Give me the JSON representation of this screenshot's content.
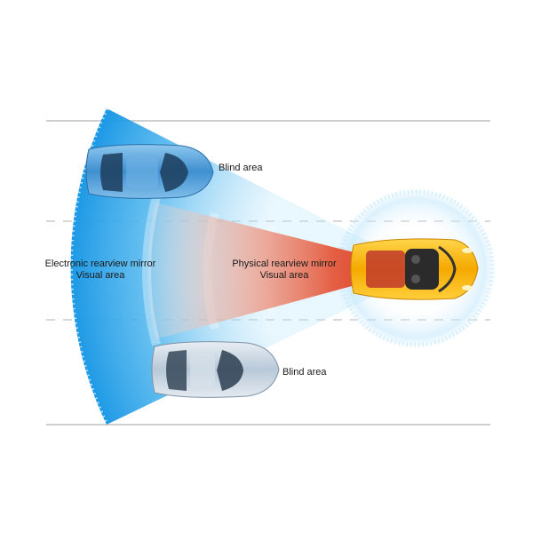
{
  "labels": {
    "blind_area_top": "Blind area",
    "blind_area_bottom": "Blind area",
    "electronic": {
      "line1": "Electronic rearview mirror",
      "line2": "Visual area"
    },
    "physical": {
      "line1": "Physical rearview mirror",
      "line2": "Visual area"
    }
  },
  "colors": {
    "electronic_field": "#1e9be8",
    "physical_field": "#e2401c",
    "own_car_body": "#f5b400",
    "side_car_body": "#3f8fd0",
    "road_line": "#cfcfcf",
    "halo": "#bfe6fb"
  },
  "icons": {
    "own_car": "sports-convertible-top-view",
    "side_cars": "sedan-top-view"
  }
}
